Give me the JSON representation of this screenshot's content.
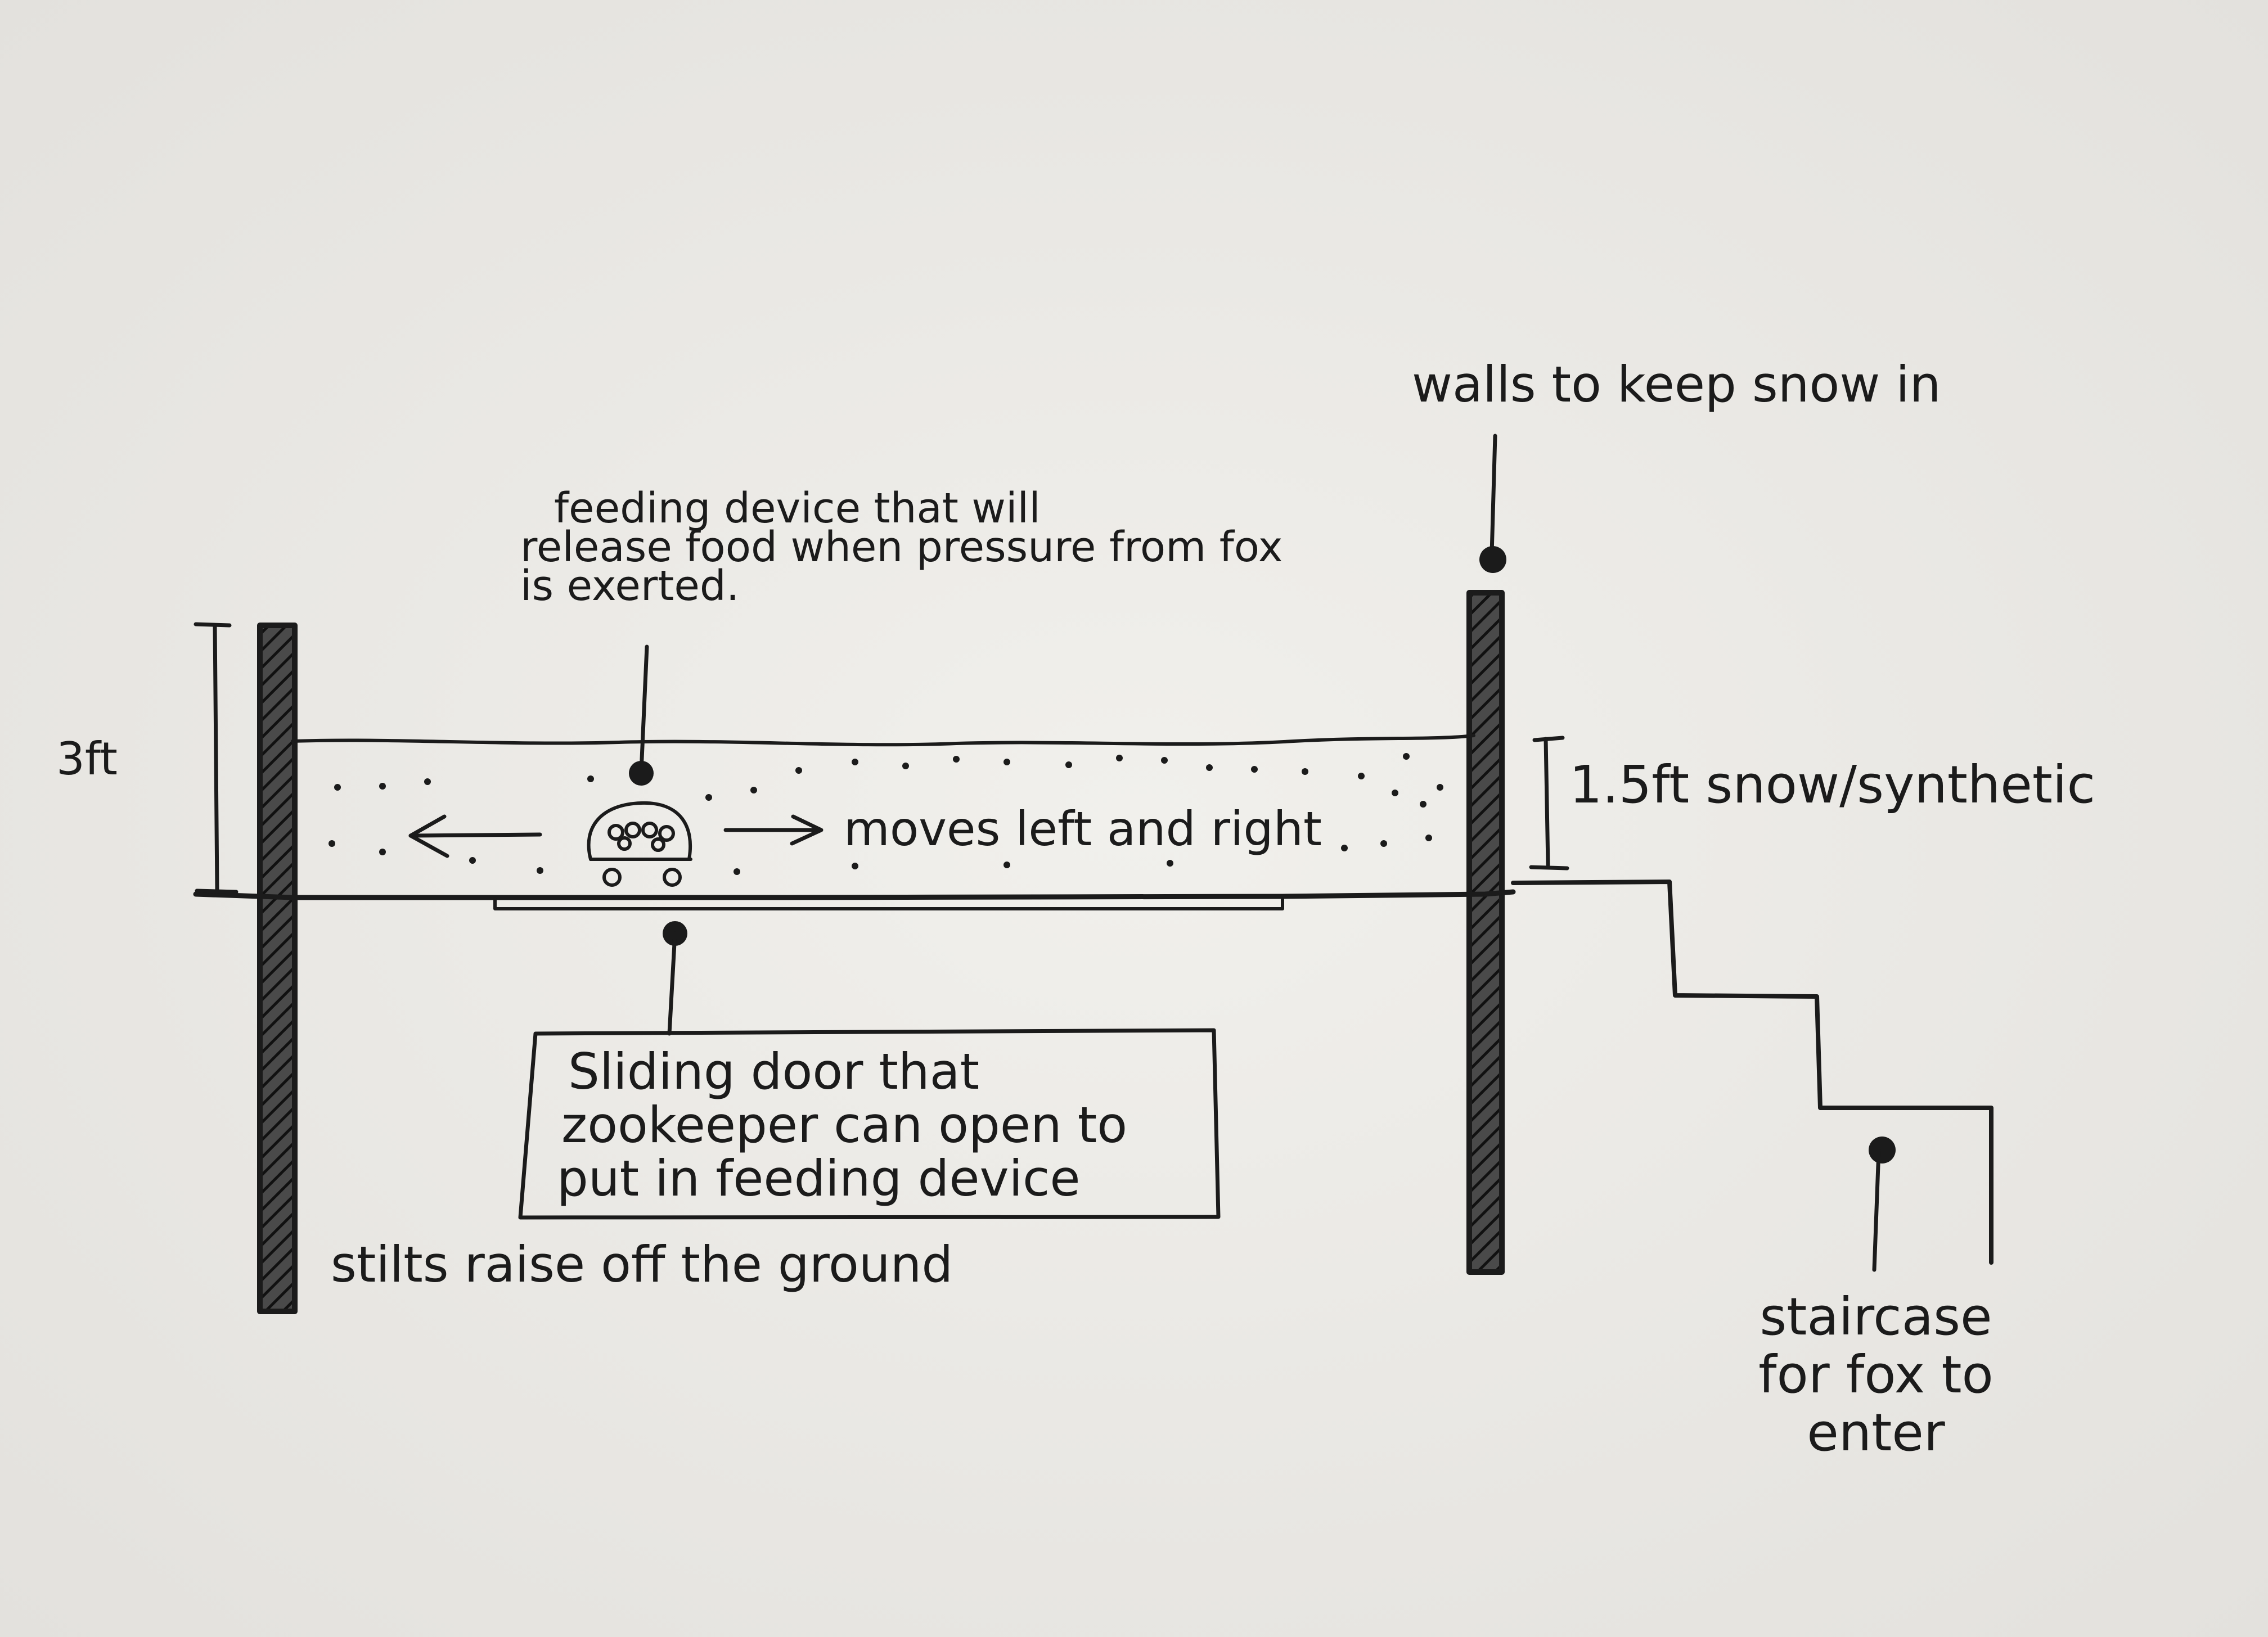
{
  "labels": {
    "walls": "walls to keep snow in",
    "feeding_device": [
      "feeding device that will",
      "release food when pressure from fox",
      "is exerted."
    ],
    "height_total": "3ft",
    "snow_depth": "1.5ft snow/synthetic",
    "moves": "moves left and right",
    "sliding_door": [
      "Sliding door that",
      "zookeeper can open to",
      "put in feeding device"
    ],
    "stilts": "stilts raise off the ground",
    "staircase": [
      "staircase",
      "for fox to",
      "enter"
    ]
  },
  "colors": {
    "paper": "#eeede9",
    "ink": "#1b1b1b"
  }
}
